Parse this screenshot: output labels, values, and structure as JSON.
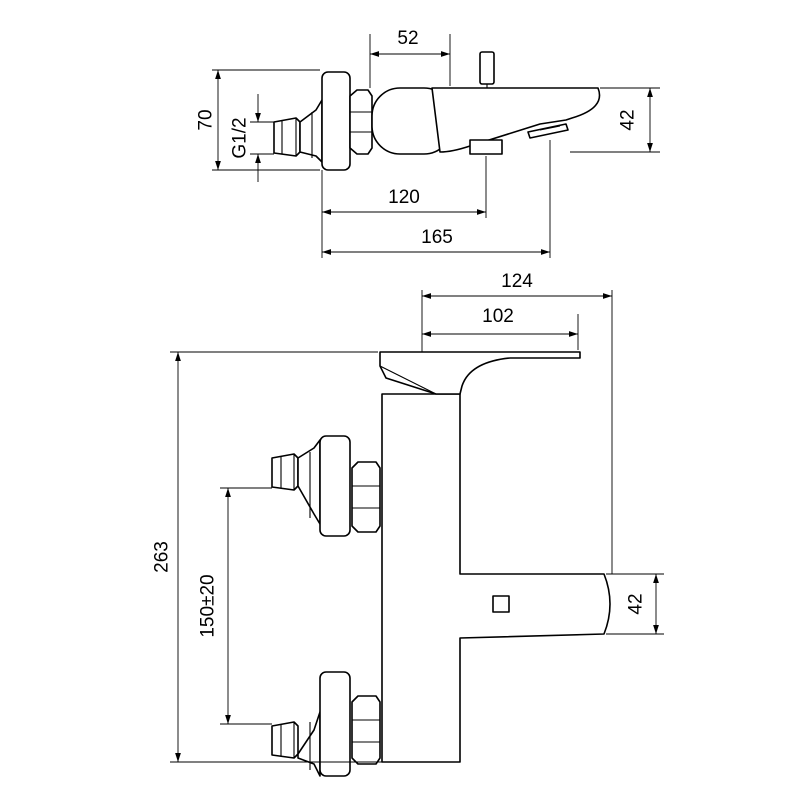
{
  "dimensions": {
    "top_view": {
      "spout_width": "52",
      "overall_height": "70",
      "thread": "G1/2",
      "spout_height": "42",
      "to_outlet": "120",
      "overall_depth": "165"
    },
    "front_view": {
      "overall_width": "124",
      "lever_width": "102",
      "overall_height": "263",
      "inlet_spacing": "150±20",
      "spout_height": "42"
    }
  }
}
